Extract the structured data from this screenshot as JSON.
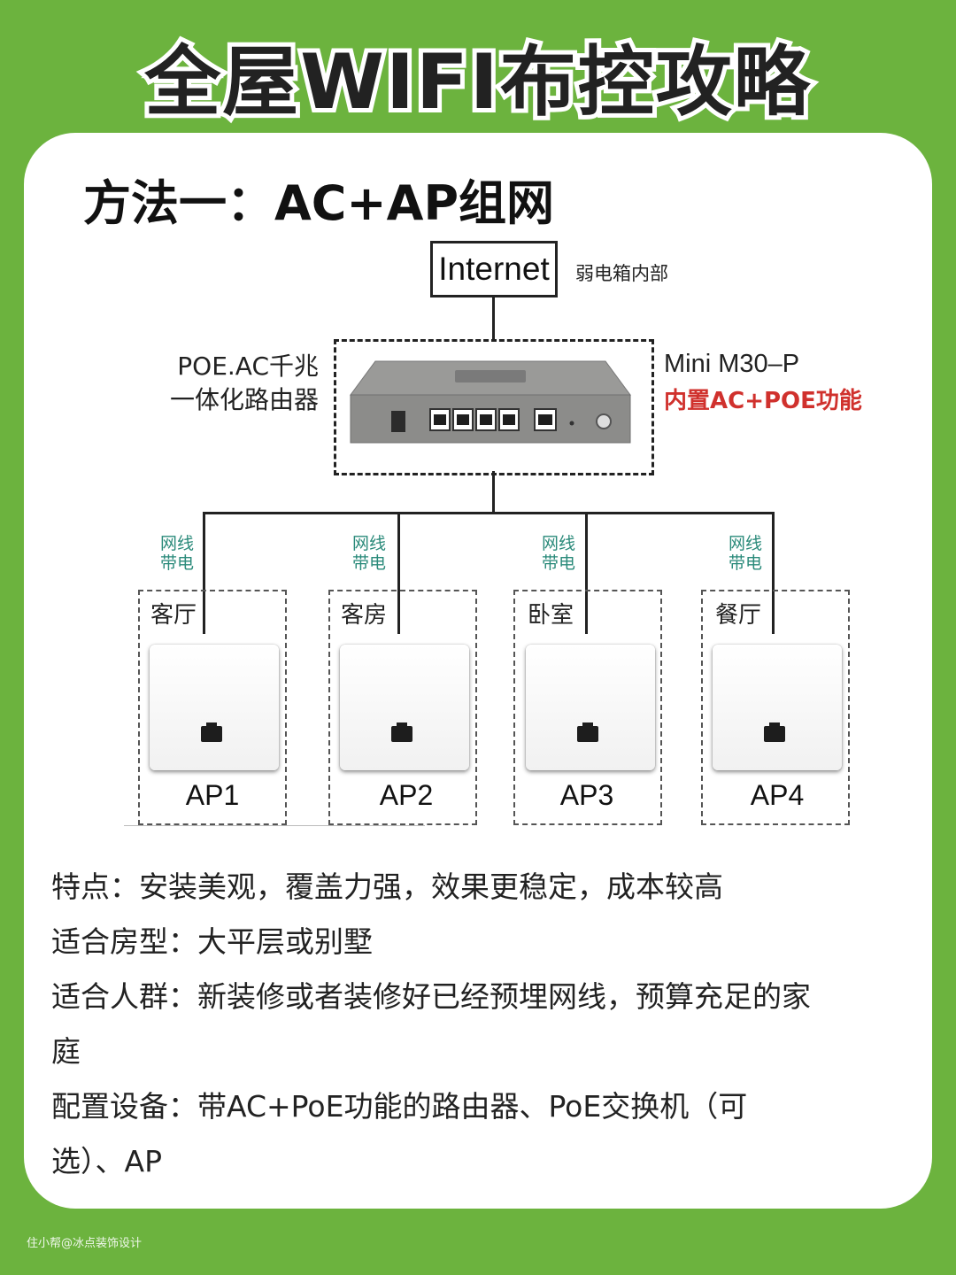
{
  "title": "全屋WIFI布控攻略",
  "section_title": "方法一：AC+AP组网",
  "diagram": {
    "internet": "Internet",
    "internet_note": "弱电箱内部",
    "router_label_left_1": "POE.AC千兆",
    "router_label_left_2": "一体化路由器",
    "router_model": "Mini M30–P",
    "router_feature": "内置AC+POE功能",
    "wire_label_1": "网线",
    "wire_label_2": "带电",
    "aps": [
      {
        "room": "客厅",
        "name": "AP1"
      },
      {
        "room": "客房",
        "name": "AP2"
      },
      {
        "room": "卧室",
        "name": "AP3"
      },
      {
        "room": "餐厅",
        "name": "AP4"
      }
    ]
  },
  "description": {
    "features": "特点：安装美观，覆盖力强，效果更稳定，成本较高",
    "house_type": "适合房型：大平层或别墅",
    "audience_line1": "适合人群：新装修或者装修好已经预埋网线，预算充足的家",
    "audience_line2": "庭",
    "equipment_line1": "配置设备：带AC+PoE功能的路由器、PoE交换机（可",
    "equipment_line2": "选）、AP"
  },
  "footer": "住小帮@冰点装饰设计",
  "colors": {
    "background": "#6cb33e",
    "card": "#ffffff",
    "accent_red": "#d0312d",
    "wire_label": "#2a8a7a"
  }
}
